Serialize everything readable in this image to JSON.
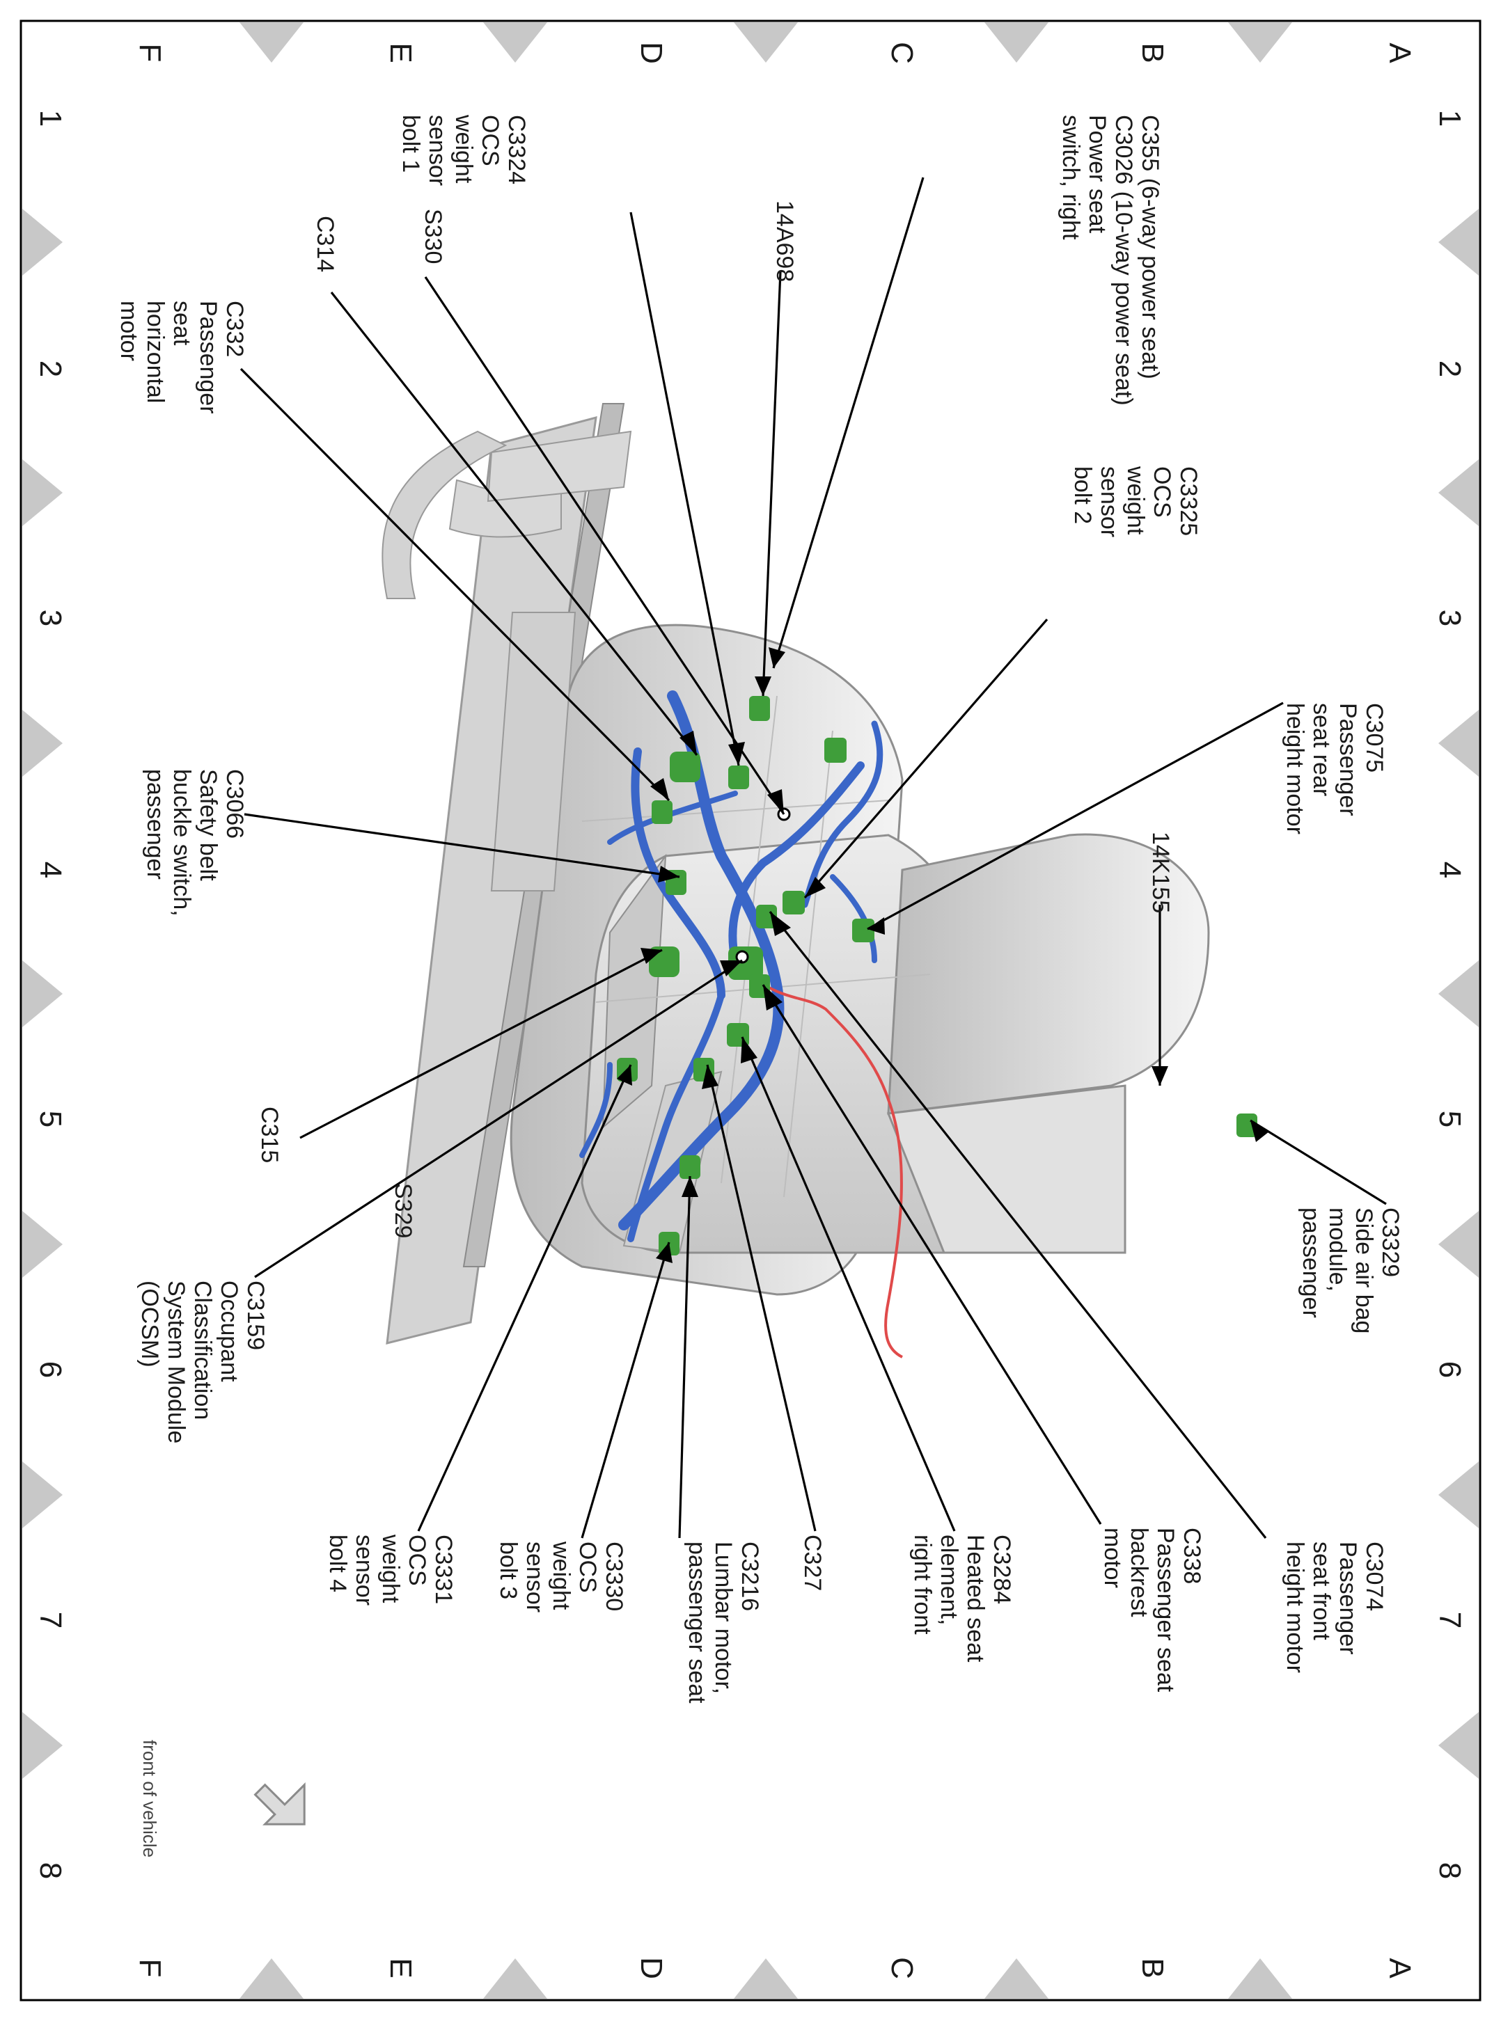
{
  "grid": {
    "columns": [
      "1",
      "2",
      "3",
      "4",
      "5",
      "6",
      "7",
      "8"
    ],
    "rows": [
      "A",
      "B",
      "C",
      "D",
      "E",
      "F"
    ]
  },
  "colors": {
    "harness": "#3a66c8",
    "connector": "#3f9e3a",
    "side_airbag_wire": "#e04a4a",
    "seat": "#dcdcdc"
  },
  "labels": {
    "c355": [
      "C355  (6-way power seat)",
      "C3026 (10-way power seat)",
      "Power seat",
      "switch, right"
    ],
    "c3325": [
      "C3325",
      "OCS",
      "weight",
      "sensor",
      "bolt 2"
    ],
    "c3075": [
      "C3075",
      "Passenger",
      "seat rear",
      "height motor"
    ],
    "k14k155": [
      "14K155"
    ],
    "c3329": [
      "C3329",
      "Side air bag",
      "module,",
      "passenger"
    ],
    "c3074": [
      "C3074",
      "Passenger",
      "seat front",
      "height motor"
    ],
    "c338": [
      "C338",
      "Passenger seat",
      "backrest",
      "motor"
    ],
    "c3284": [
      "C3284",
      "Heated seat",
      "element,",
      "right front"
    ],
    "c327": [
      "C327"
    ],
    "c3216": [
      "C3216",
      "Lumbar motor,",
      "passenger seat"
    ],
    "c3330": [
      "C3330",
      "OCS",
      "weight",
      "sensor",
      "bolt 3"
    ],
    "c3331": [
      "C3331",
      "OCS",
      "weight",
      "sensor",
      "bolt 4"
    ],
    "c3159": [
      "C3159",
      "Occupant",
      "Classification",
      "System Module",
      "(OCSM)"
    ],
    "s329": [
      "S329"
    ],
    "c315": [
      "C315"
    ],
    "c3066": [
      "C3066",
      "Safety belt",
      "buckle switch,",
      "passenger"
    ],
    "c332": [
      "C332",
      "Passenger",
      "seat",
      "horizontal",
      "motor"
    ],
    "c314": [
      "C314"
    ],
    "s330": [
      "S330"
    ],
    "c3324": [
      "C3324",
      "OCS",
      "weight",
      "sensor",
      "bolt 1"
    ],
    "a14a698": [
      "14A698"
    ]
  },
  "front_of_vehicle": "front of vehicle"
}
